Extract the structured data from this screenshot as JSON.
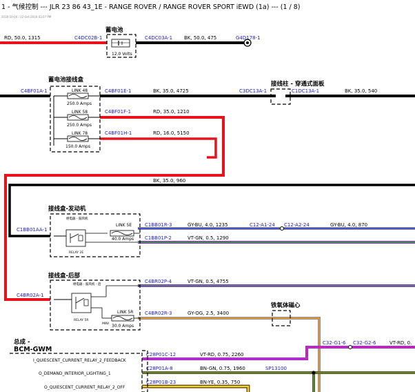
{
  "header": {
    "title": "1 - 气候控制 --- JLR 23 86 43_1E - RANGE ROVER / RANGE ROVER SPORT iEWD (1a) --- (1 / 8)",
    "subtitle": "2016-10-04 / 22-Oct-2016 03:07 PM"
  },
  "battery": {
    "title": "蓄电池",
    "volts": "12.0 Volts",
    "left_connector": "C4DC02B-1",
    "right_connector": "C4DC03A-1",
    "left_wire": "RD, 50.0, 1315",
    "right_wire": "BK, 50.0, 475",
    "ground": "G4D178-1"
  },
  "junction_box": {
    "title": "蓄电池接线盒",
    "in_connector": "C4BF01A-1",
    "links": [
      {
        "name": "LINK 48",
        "rating": "250.0 Amps",
        "connector": "C4BF01E-1",
        "wire": "BK, 35.0, 4725"
      },
      {
        "name": "LINK 58",
        "rating": "250.0 Amps",
        "connector": "C4BF01F-1",
        "wire": "RD, 35.0, 1210"
      },
      {
        "name": "LINK 78",
        "rating": "150.0 Amps",
        "connector": "C4BF01H-1",
        "wire": "RD, 16.0, 5150"
      }
    ]
  },
  "terminal": {
    "title": "接线柱 - 穿通式面板",
    "left_connector": "C3DC13A-1",
    "right_connector": "C1DC13A-1",
    "wire": "BK, 35.0, 540"
  },
  "bk_feed": {
    "wire": "BK, 35.0, 960"
  },
  "engine_box": {
    "title": "接线盒-发动机",
    "in_connector": "C1BB01AA-1",
    "relay_title": "继电器 - 鼓风机",
    "relay_label": "RELAY 2E",
    "link_name": "LINK 5E",
    "link_rating": "40.0 Amps",
    "out1": {
      "connector": "C1BB01R-3",
      "wire": "GY-BU, 4.0, 1235",
      "mid1": "C12-A1-24",
      "mid2": "C12-A2-24",
      "wire2": "GY-BU, 4.0, 870"
    },
    "out2": {
      "connector": "C1BB01P-2",
      "wire": "VT-GN, 0.5, 1290"
    }
  },
  "rear_box": {
    "title": "接线盒-后部",
    "in_connector": "C4BR02A-1",
    "relay_title": "继电器 - 鼓风机 - 后",
    "relay_label": "RELAY 5R",
    "mini": "MINI",
    "link_name": "LINK 5R",
    "link_rating": "30.0 Amps",
    "out1": {
      "connector": "C4BR02P-4",
      "wire": "VT-GN, 0.5, 4755"
    },
    "out2": {
      "connector": "C4BR02R-3",
      "wire": "GY-OG, 2.5, 3400"
    }
  },
  "ferrite": {
    "title": "铁氧体磁心"
  },
  "bcm": {
    "title_line1": "总成 -",
    "title_line2": "BCM-GWM",
    "rows": [
      {
        "signal": "I_QUIESCENT_CURRENT_RELAY_2_FEEDBACK",
        "connector": "C28P01C-12",
        "wire": "VT-RD, 0.75, 2260"
      },
      {
        "signal": "O_DEMAND_INTERIOR_LIGHTING_1",
        "connector": "C28P01A-8",
        "wire": "BN-GN, 0.75, 1960"
      },
      {
        "signal": "O_QUIESCENT_CURRENT_RELAY_2_OFF",
        "connector": "C28P01B-23",
        "wire": "BN-YE, 0.35, 750"
      }
    ],
    "splice": "SP13100",
    "mid1": "C32-G1-6",
    "mid2": "C32-G2-6",
    "wire_right": "VT-RD, 0."
  },
  "colors": {
    "red": "#e8131a",
    "black": "#000000",
    "grey": "#8e8e8e",
    "blue": "#2b3ee0",
    "green": "#39a935",
    "violet": "#8a30c8",
    "orange": "#e0963a",
    "brown": "#7a4a2a",
    "yellow": "#e8e400",
    "magenta": "#e020c8"
  }
}
